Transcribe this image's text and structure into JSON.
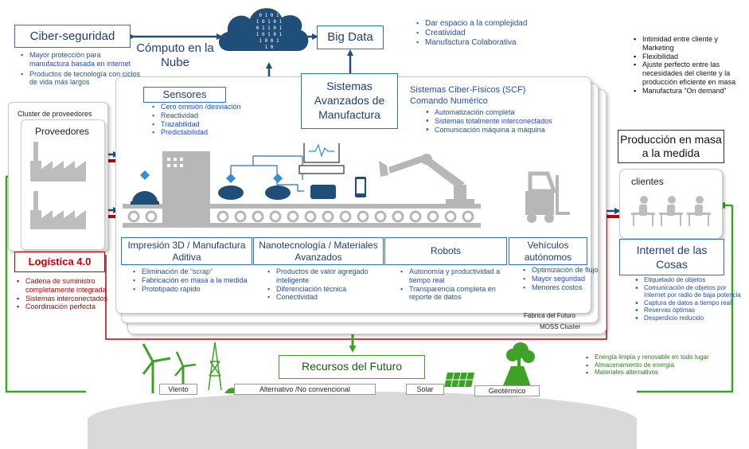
{
  "cyber": {
    "title": "Ciber-seguridad",
    "items": [
      "Mayor protección para manufactura basada en internet",
      "Productos de tecnología con ciclos de vida más largos"
    ]
  },
  "cloud": {
    "title": "Cómputo en la Nube"
  },
  "bigdata": {
    "title": "Big Data",
    "items": [
      "Dar espacio a la complejidad",
      "Creatividad",
      "Manufactura Colaborativa"
    ]
  },
  "right_top_list": [
    "Intimidad entre cliente y Marketing",
    "Flexibilidad",
    "Ajuste perfecto entre las necesidades del cliente y la producción eficiente en masa",
    "Manufactura “On demand”"
  ],
  "mass_custom": {
    "title": "Producción en masa a la medida"
  },
  "clients": {
    "title": "clientes"
  },
  "sensors": {
    "title": "Sensores",
    "items": [
      "Cero omisión /desviación",
      "Reactividad",
      "Trazabilidad",
      "Predictabilidad"
    ]
  },
  "sam": {
    "title": "Sistemas Avanzados de Manufactura"
  },
  "scf": {
    "title_line1": "Sistemas Ciber-Físicos (SCF)",
    "title_line2": "Comando Numérico",
    "items": [
      "Automatización completa",
      "Sistemas totalmente interconectados",
      "Comunicación máquina a máquina"
    ]
  },
  "suppliers": {
    "cluster": "Cluster de proveedores",
    "title": "Proveedores"
  },
  "logistics": {
    "title": "Logística 4.0",
    "items": [
      "Cadena de suministro completamente integrada",
      "Sistemas interconectados",
      "Coordinación perfecta"
    ]
  },
  "p3d": {
    "title": "Impresión 3D / Manufactura Aditiva",
    "items": [
      "Eliminación de “scrap”",
      "Fabricación en masa a la medida",
      "Prototipado rápido"
    ]
  },
  "nano": {
    "title": "Nanotecnología / Materiales Avanzados",
    "items": [
      "Productos de valor agregado inteligente",
      "Diferenciación técnica",
      "Conectividad"
    ]
  },
  "robots": {
    "title": "Robots",
    "items": [
      "Autonomía y productividad a tiempo real",
      "Transparencia completa en reporte de datos"
    ]
  },
  "vehicles": {
    "title": "Vehículos autónomos",
    "items": [
      "Optimización de flujo",
      "Mayor seguridad",
      "Menores costos"
    ]
  },
  "factory_label": "Fábrica del Futuro",
  "moss_label": "MOSS Cluster",
  "iot": {
    "title": "Internet de las Cosas",
    "items": [
      "Etiquetado de objetos",
      "Comunicación de objetos por Internet por radio de baja potencia",
      "Captura de datos a tiempo real",
      "Reservas óptimas",
      "Desperdicio reducido"
    ]
  },
  "future_resources": {
    "title": "Recursos del Futuro",
    "items": [
      "Energía limpia y renovable en todo lugar",
      "Almacenamiento de energía",
      "Materiales alternativos"
    ]
  },
  "ground": {
    "wind": "Viento",
    "alt": "Alternativo /No convencional",
    "solar": "Solar",
    "geo": "Geotérmico"
  },
  "cloud_bits": [
    "0 1 0 1",
    "1 0 1 0 1",
    "0 1 1 0 1",
    "1 0 1 0 1",
    "1 0 0 1",
    "1 0"
  ],
  "colors": {
    "blue": "#2f6fc3",
    "navy": "#1f4e79",
    "red": "#c00000",
    "green": "#3ea228",
    "grey": "#b7b7b7"
  }
}
